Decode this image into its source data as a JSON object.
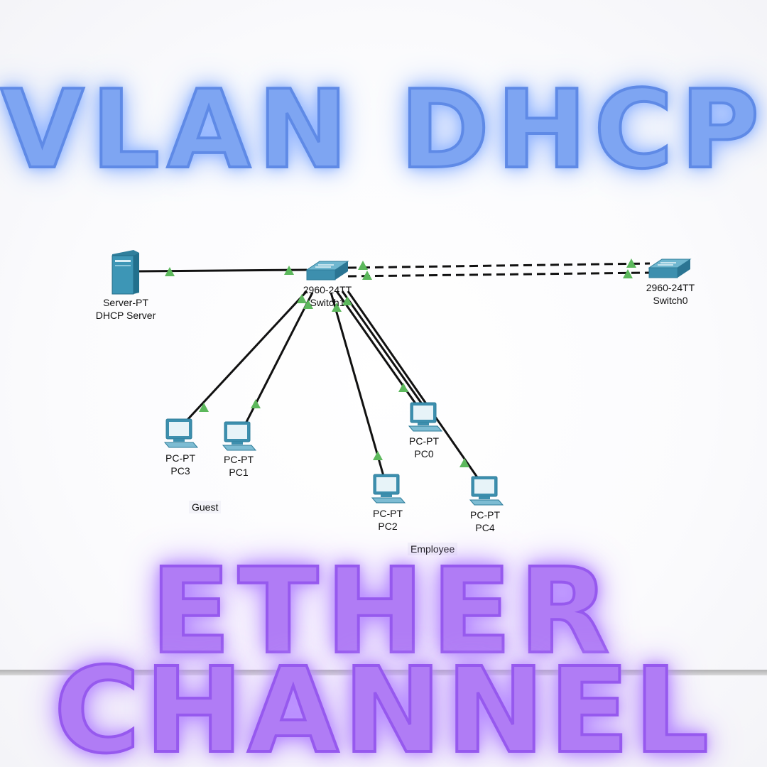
{
  "title": {
    "line1": "VLAN DHCP",
    "line2": "ETHER",
    "line3": "CHANNEL"
  },
  "colors": {
    "vlan_title": "#7ea5f2",
    "etherchannel_title": "#b07cf5",
    "link": "#111111",
    "port_up": "#5cb85c",
    "device": "#3a8ca8"
  },
  "devices": {
    "server": {
      "model": "Server-PT",
      "name": "DHCP Server",
      "icon": "server-icon"
    },
    "switch1": {
      "model": "2960-24TT",
      "name": "Switch1",
      "icon": "switch-icon"
    },
    "switch0": {
      "model": "2960-24TT",
      "name": "Switch0",
      "icon": "switch-icon"
    },
    "pc3": {
      "model": "PC-PT",
      "name": "PC3",
      "icon": "pc-icon"
    },
    "pc1": {
      "model": "PC-PT",
      "name": "PC1",
      "icon": "pc-icon"
    },
    "pc2": {
      "model": "PC-PT",
      "name": "PC2",
      "icon": "pc-icon"
    },
    "pc0": {
      "model": "PC-PT",
      "name": "PC0",
      "icon": "pc-icon"
    },
    "pc4": {
      "model": "PC-PT",
      "name": "PC4",
      "icon": "pc-icon"
    }
  },
  "areas": {
    "guest": "Guest",
    "employee": "Employee"
  }
}
